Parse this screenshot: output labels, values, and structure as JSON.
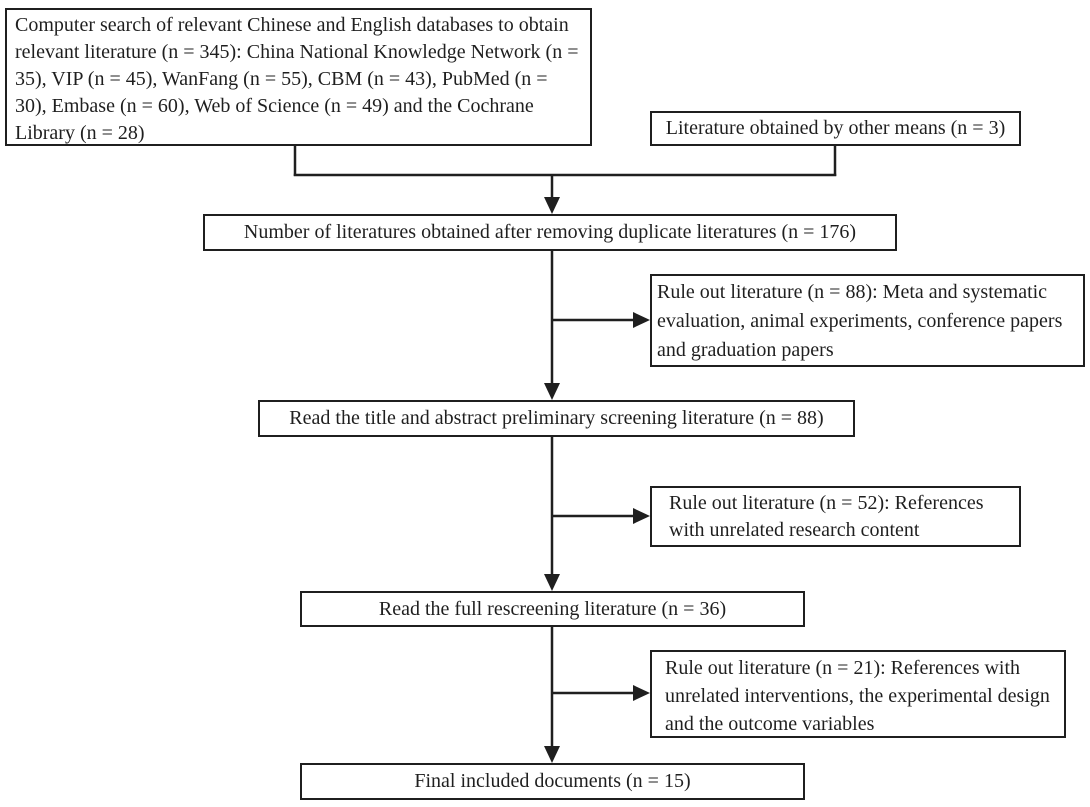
{
  "diagram_type": "flowchart",
  "colors": {
    "line": "#1f1f1f",
    "background": "#ffffff"
  },
  "boxes": {
    "search": {
      "text": "Computer search of relevant Chinese and English databases to obtain relevant literature (n = 345): China National Knowledge Network (n = 35), VIP (n = 45), WanFang (n = 55), CBM (n = 43), PubMed (n = 30), Embase (n = 60), Web of Science (n = 49) and the Cochrane Library (n = 28)"
    },
    "other_means": {
      "text": "Literature obtained by other means (n = 3)"
    },
    "dedup": {
      "text": "Number of literatures obtained after removing duplicate literatures (n = 176)"
    },
    "rule_out_screening": {
      "text": "Rule out literature (n = 88): Meta and systematic evaluation, animal experiments, conference papers and graduation papers"
    },
    "title_abstract_screening": {
      "text": "Read the title and abstract preliminary screening literature (n = 88)"
    },
    "rule_out_content": {
      "text": "Rule out literature (n = 52): References with unrelated research content"
    },
    "full_text_rescreening": {
      "text": "Read the full rescreening literature (n = 36)"
    },
    "rule_out_full_text": {
      "text": "Rule out literature (n = 21): References with unrelated interventions, the experimental design and the outcome variables"
    },
    "final_included": {
      "text": "Final included documents (n = 15)"
    }
  }
}
